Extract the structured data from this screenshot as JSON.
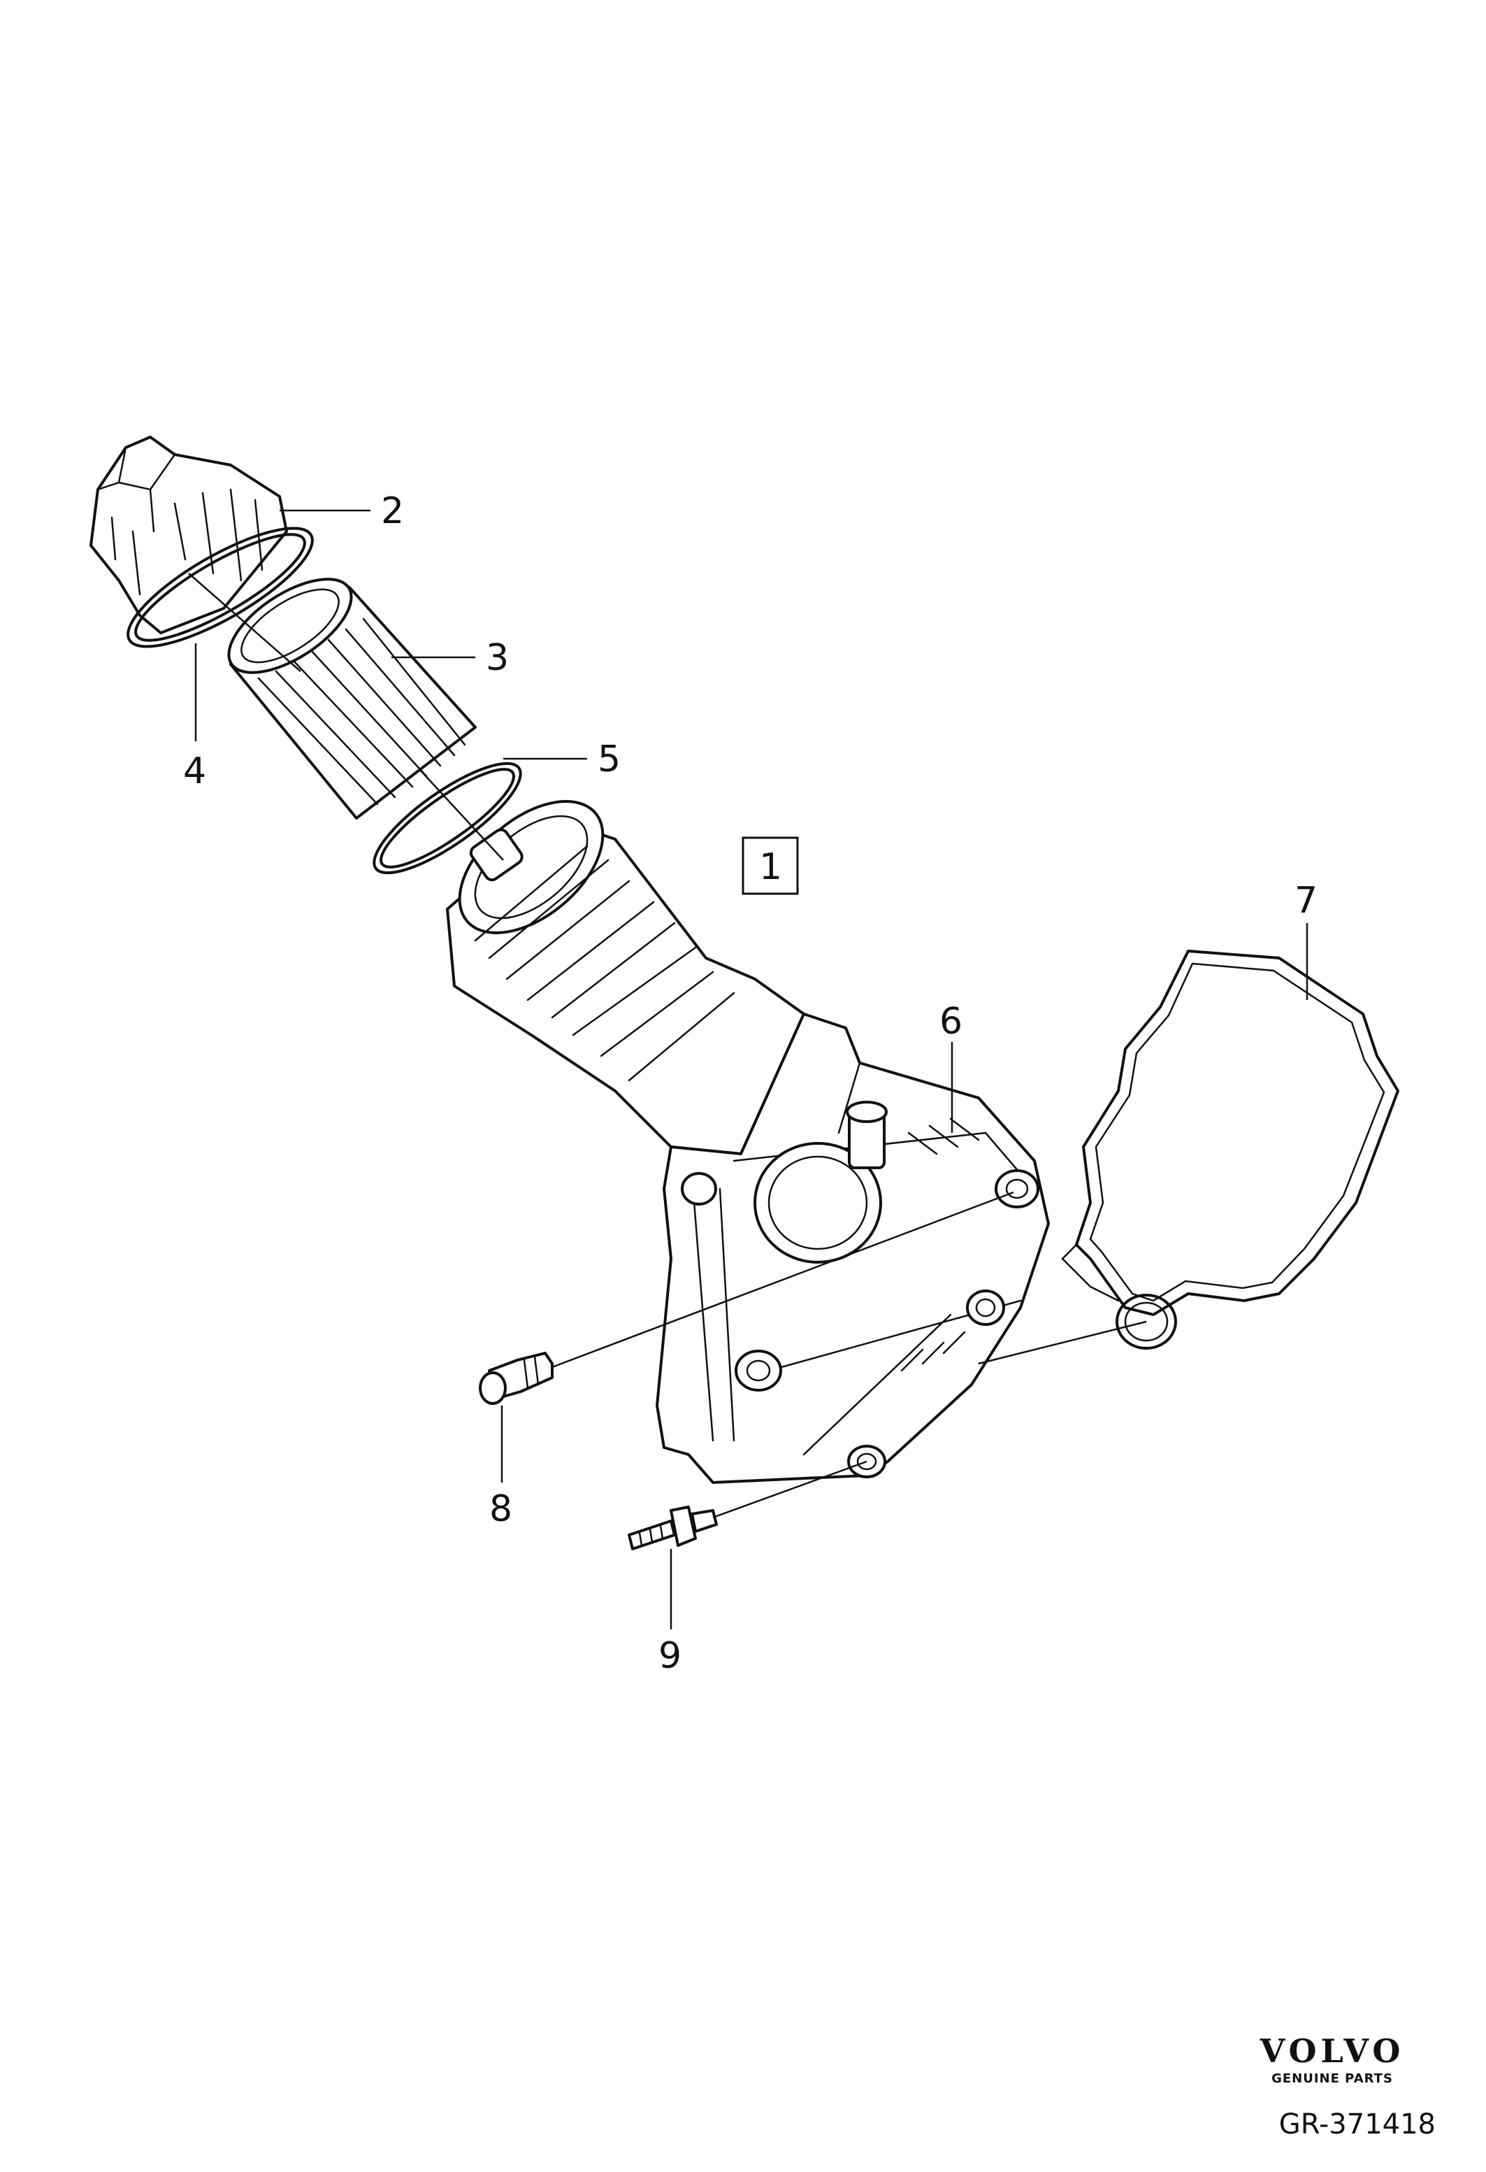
{
  "callouts": {
    "c1": "1",
    "c2": "2",
    "c3": "3",
    "c4": "4",
    "c5": "5",
    "c6": "6",
    "c7": "7",
    "c8": "8",
    "c9": "9"
  },
  "brand": {
    "logo": "VOLVO",
    "tagline": "GENUINE PARTS"
  },
  "reference_code": "GR-371418",
  "colors": {
    "line": "#111111",
    "background": "#ffffff"
  }
}
